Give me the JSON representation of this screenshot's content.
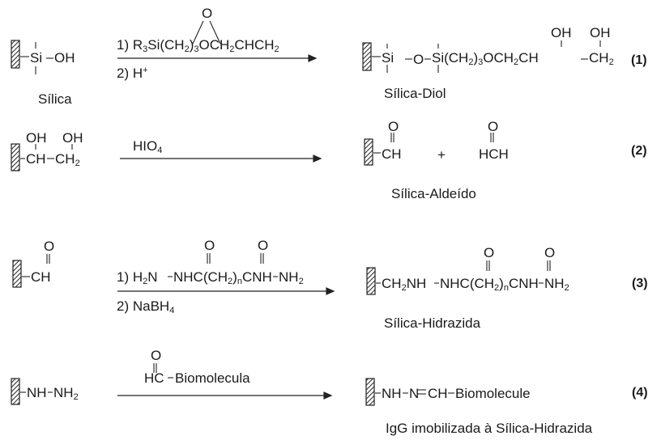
{
  "reactions": [
    {
      "number": "(1)",
      "reactant_group": "Si",
      "reactant_oh": "OH",
      "reactant_label": "Sílica",
      "reagent_1_prefix": "1) R",
      "reagent_1_sub3": "3",
      "reagent_1_mid": "Si(CH",
      "reagent_1_sub2": "2",
      "reagent_1_close": ")",
      "reagent_1_sub3b": "3",
      "reagent_1_tail": "OCH",
      "reagent_1_sub2b": "2",
      "reagent_1_end": "CHCH",
      "reagent_1_sub2c": "2",
      "reagent_1_epoxide_o": "O",
      "reagent_2": "2) H",
      "reagent_2_sup": "+",
      "product_si1": "Si",
      "product_o": "O",
      "product_si2": "Si(CH",
      "product_sub2": "2",
      "product_close": ")",
      "product_sub3": "3",
      "product_och": "OCH",
      "product_sub2b": "2",
      "product_ch": "CH",
      "product_ch2": "CH",
      "product_sub2c": "2",
      "product_oh1": "OH",
      "product_oh2": "OH",
      "product_label": "Sílica-Diol"
    },
    {
      "number": "(2)",
      "reactant_oh1": "OH",
      "reactant_oh2": "OH",
      "reactant_ch": "CH",
      "reactant_ch2": "CH",
      "reactant_sub2": "2",
      "reagent": "HIO",
      "reagent_sub": "4",
      "product_o1": "O",
      "product_ch": "CH",
      "plus": "+",
      "product_o2": "O",
      "product_hch": "HCH",
      "product_label": "Sílica-Aldeído"
    },
    {
      "number": "(3)",
      "reactant_o": "O",
      "reactant_ch": "CH",
      "reagent_1_a": "1) H",
      "reagent_1_sub2": "2",
      "reagent_1_b": "N",
      "reagent_1_c": "NHC(CH",
      "reagent_1_sub2b": "2",
      "reagent_1_d": ")",
      "reagent_1_subn": "n",
      "reagent_1_e": "CNH",
      "reagent_1_f": "NH",
      "reagent_1_sub2c": "2",
      "reagent_1_o1": "O",
      "reagent_1_o2": "O",
      "reagent_2": "2) NaBH",
      "reagent_2_sub": "4",
      "product_a": "CH",
      "product_sub2": "2",
      "product_b": "NH",
      "product_c": "NHC(CH",
      "product_sub2b": "2",
      "product_d": ")",
      "product_subn": "n",
      "product_e": "CNH",
      "product_f": "NH",
      "product_sub2c": "2",
      "product_o1": "O",
      "product_o2": "O",
      "product_label": "Sílica-Hidrazida"
    },
    {
      "number": "(4)",
      "reactant_a": "NH",
      "reactant_b": "NH",
      "reactant_sub2": "2",
      "reagent_o": "O",
      "reagent_hc": "HC",
      "reagent_bio": "Biomolecula",
      "product_a": "NH",
      "product_b": "N",
      "product_c": "CH",
      "product_d": "Biomolecule",
      "product_label": "IgG imobilizada à Sílica-Hidrazida"
    }
  ]
}
